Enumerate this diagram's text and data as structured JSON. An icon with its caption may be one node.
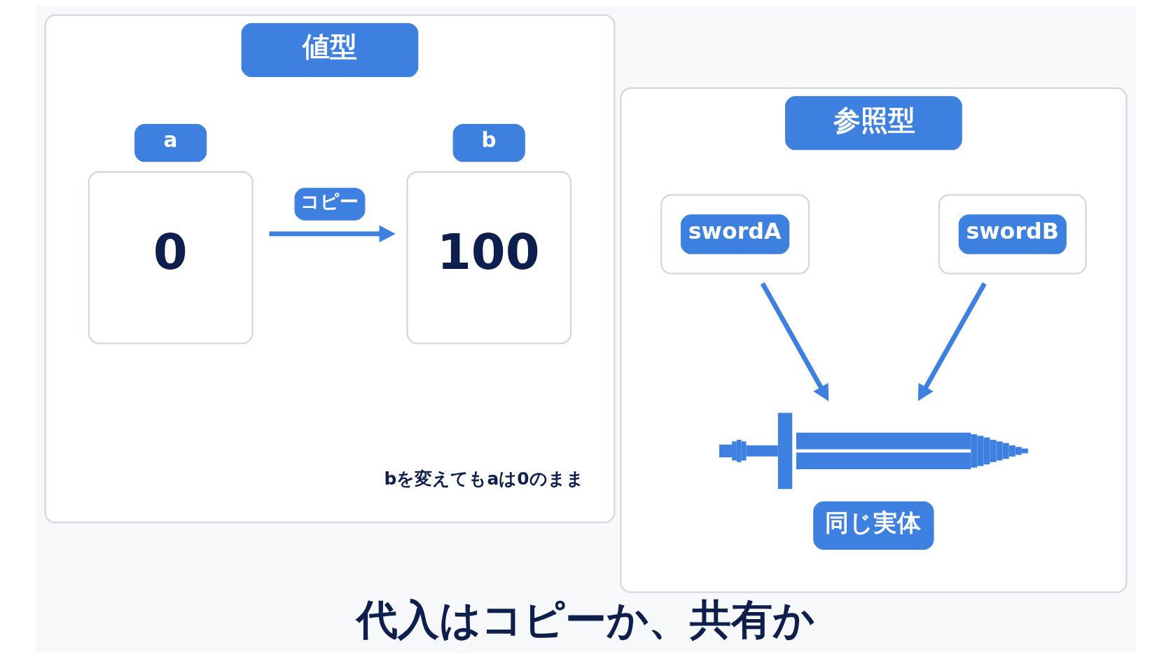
{
  "diagram": {
    "title": "代入はコピーか、共有か",
    "nodes": [
      {
        "text": [
          "値型"
        ]
      },
      {
        "text": [
          "a",
          "0"
        ],
        "in": 0
      },
      {
        "text": [
          "b",
          "100"
        ],
        "in": 0
      },
      {
        "text": [
          "参照型"
        ]
      },
      {
        "text": [
          "swordA"
        ],
        "in": 3
      },
      {
        "text": [
          "swordB"
        ],
        "in": 3
      },
      {
        "text": [
          "同じ実体"
        ],
        "in": 3
      }
    ],
    "edges": [
      {
        "from": 1,
        "to": 2,
        "arrow": "to",
        "label": "コピー"
      },
      {
        "from": 4,
        "to": 6,
        "arrow": "to"
      },
      {
        "from": 5,
        "to": 6,
        "arrow": "to"
      }
    ],
    "labels": [
      "bを変えてもaは0のまま"
    ]
  }
}
